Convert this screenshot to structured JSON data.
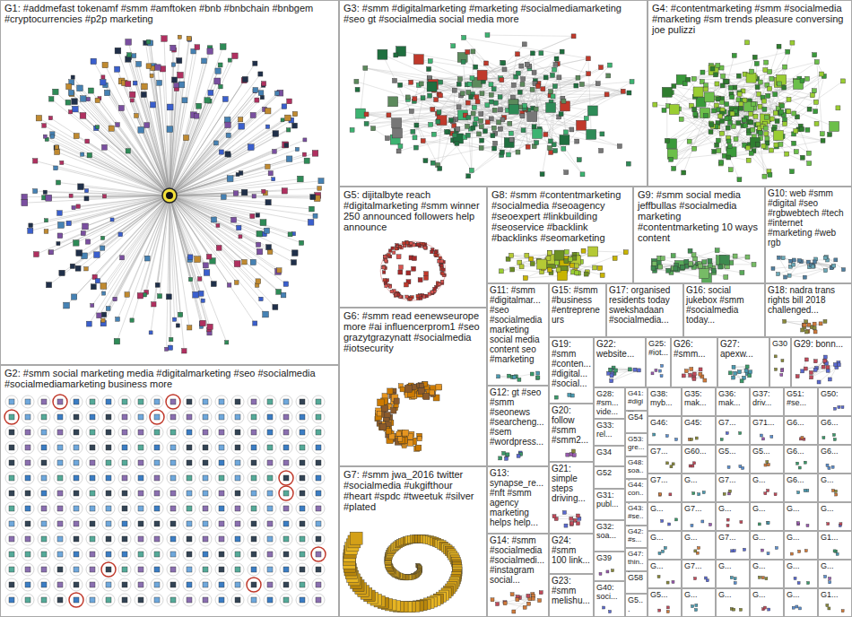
{
  "diagram": {
    "nodes": [
      {
        "text": [
          "G1: #addmefast tokenamf #smm #amftoken #bnb #bnbchain #bnbgem #cryptocurrencies #p2p marketing"
        ]
      },
      {
        "text": [
          "G2: #smm social marketing media #digitalmarketing #seo #socialmedia #socialmediamarketing business more"
        ]
      },
      {
        "text": [
          "G3: #smm #digitalmarketing #marketing #socialmediamarketing #seo gt #socialmedia social media more"
        ]
      },
      {
        "text": [
          "G4: #contentmarketing #smm #socialmedia #marketing #sm trends pleasure conversing joe pulizzi"
        ]
      },
      {
        "text": [
          "G5: dijitalbyte reach #digitalmarketing #smm winner 250 announced followers help announce"
        ]
      },
      {
        "text": [
          "G6: #smm read eenewseurope more #ai influencerprom1 #seo grazytgrazynatt #socialmedia #iotsecurity"
        ]
      },
      {
        "text": [
          "G7: #smm jwa_2016 twitter #socialmedia #ukgifthour #heart #spdc #tweetuk #silver #plated"
        ]
      },
      {
        "text": [
          "G8: #smm #contentmarketing #socialmedia #seoagency #seoexpert #linkbuilding #seoservice #backlink #backlinks #seomarketing"
        ]
      },
      {
        "text": [
          "G9: #smm social media jeffbullas #socialmedia marketing #contentmarketing 10 ways content"
        ]
      },
      {
        "text": [
          "G10: web #smm #digital #seo #rgbwebtech #tech #internet #marketing #web rgb"
        ]
      },
      {
        "text": [
          "G11: #smm #digitalmar... #seo #socialmedia marketing social media content seo #marketing"
        ]
      },
      {
        "text": [
          "G15: #smm #business #entrepreneurs"
        ]
      },
      {
        "text": [
          "G17: organised residents today swekshadaan #socialmedia..."
        ]
      },
      {
        "text": [
          "G16: social jukebox #smm #socialmedia today..."
        ]
      },
      {
        "text": [
          "G18: nadra trans rights bill 2018 challenged..."
        ]
      },
      {
        "text": [
          "G12: gt #seo #smm #seonews #searcheng... #sem #wordpress..."
        ]
      },
      {
        "text": [
          "G13: synapse_re... #nft #smm agency marketing helps help..."
        ]
      },
      {
        "text": [
          "G14: #smm #socialmedia #socialmedi... #instagram social..."
        ]
      },
      {
        "text": [
          "G19: #smm #conten... #digital... #social..."
        ]
      },
      {
        "text": [
          "G20: follow #smm #smm2..."
        ]
      },
      {
        "text": [
          "G21: simple steps driving..."
        ]
      },
      {
        "text": [
          "G24: #smm 100 link..."
        ]
      },
      {
        "text": [
          "G23: #smm melishu..."
        ]
      },
      {
        "text": [
          "G22: website..."
        ]
      },
      {
        "text": [
          "G25: #iot..."
        ]
      },
      {
        "text": [
          "G26: #smm..."
        ]
      },
      {
        "text": [
          "G27: apexw..."
        ]
      },
      {
        "text": [
          "G30"
        ]
      },
      {
        "text": [
          "G29: bonn..."
        ]
      },
      {
        "text": [
          "G28: #sm... vide..."
        ]
      },
      {
        "text": [
          "G33: rel..."
        ]
      },
      {
        "text": [
          "G34"
        ]
      },
      {
        "text": [
          "G52"
        ]
      },
      {
        "text": [
          "G31: publ..."
        ]
      },
      {
        "text": [
          "G32: soa..."
        ]
      },
      {
        "text": [
          "G39"
        ]
      },
      {
        "text": [
          "G40: soci..."
        ]
      },
      {
        "text": [
          "G41: #digi..."
        ]
      },
      {
        "text": [
          "G54"
        ]
      },
      {
        "text": [
          "G53: gre..."
        ]
      },
      {
        "text": [
          "G48: soa..."
        ]
      },
      {
        "text": [
          "G44: con..."
        ]
      },
      {
        "text": [
          "G43: #se..."
        ]
      },
      {
        "text": [
          "G42: #s..."
        ]
      },
      {
        "text": [
          "G47: thin..."
        ]
      },
      {
        "text": [
          "G58"
        ]
      },
      {
        "text": [
          "G5..."
        ]
      },
      {
        "text": [
          "G38: myb..."
        ]
      },
      {
        "text": [
          "G35: mak..."
        ]
      },
      {
        "text": [
          "G36: mak..."
        ]
      },
      {
        "text": [
          "G37: driv..."
        ]
      },
      {
        "text": [
          "G51: #se..."
        ]
      },
      {
        "text": [
          "G50:"
        ]
      },
      {
        "text": [
          "G46:"
        ]
      },
      {
        "text": [
          "G45:"
        ]
      },
      {
        "text": [
          "G7..."
        ]
      },
      {
        "text": [
          "G71..."
        ]
      },
      {
        "text": [
          "G6..."
        ]
      },
      {
        "text": [
          "G6..."
        ]
      },
      {
        "text": [
          "G7..."
        ]
      },
      {
        "text": [
          "G60..."
        ]
      },
      {
        "text": [
          "G5..."
        ]
      },
      {
        "text": [
          "G5..."
        ]
      },
      {
        "text": [
          "G6..."
        ]
      },
      {
        "text": [
          "G6..."
        ]
      },
      {
        "text": [
          "G7..."
        ]
      },
      {
        "text": [
          "G..."
        ]
      },
      {
        "text": [
          "G7..."
        ]
      },
      {
        "text": [
          "G..."
        ]
      },
      {
        "text": [
          "G6..."
        ]
      },
      {
        "text": [
          "G..."
        ]
      },
      {
        "text": [
          "G..."
        ]
      },
      {
        "text": [
          "G7..."
        ]
      },
      {
        "text": [
          "G..."
        ]
      },
      {
        "text": [
          "G..."
        ]
      },
      {
        "text": [
          "G..."
        ]
      },
      {
        "text": [
          "G..."
        ]
      },
      {
        "text": [
          "G..."
        ]
      },
      {
        "text": [
          "G..."
        ]
      },
      {
        "text": [
          "G7..."
        ]
      },
      {
        "text": [
          "G..."
        ]
      },
      {
        "text": [
          "G..."
        ]
      },
      {
        "text": [
          "G1..."
        ]
      },
      {
        "text": [
          "G..."
        ]
      },
      {
        "text": [
          "G7..."
        ]
      },
      {
        "text": [
          "G..."
        ]
      },
      {
        "text": [
          "G..."
        ]
      },
      {
        "text": [
          "G..."
        ]
      },
      {
        "text": [
          "G..."
        ]
      },
      {
        "text": [
          "G5..."
        ]
      },
      {
        "text": [
          "G..."
        ]
      },
      {
        "text": [
          "G..."
        ]
      },
      {
        "text": [
          "G..."
        ]
      },
      {
        "text": [
          "G..."
        ]
      },
      {
        "text": [
          "G1..."
        ]
      }
    ]
  }
}
